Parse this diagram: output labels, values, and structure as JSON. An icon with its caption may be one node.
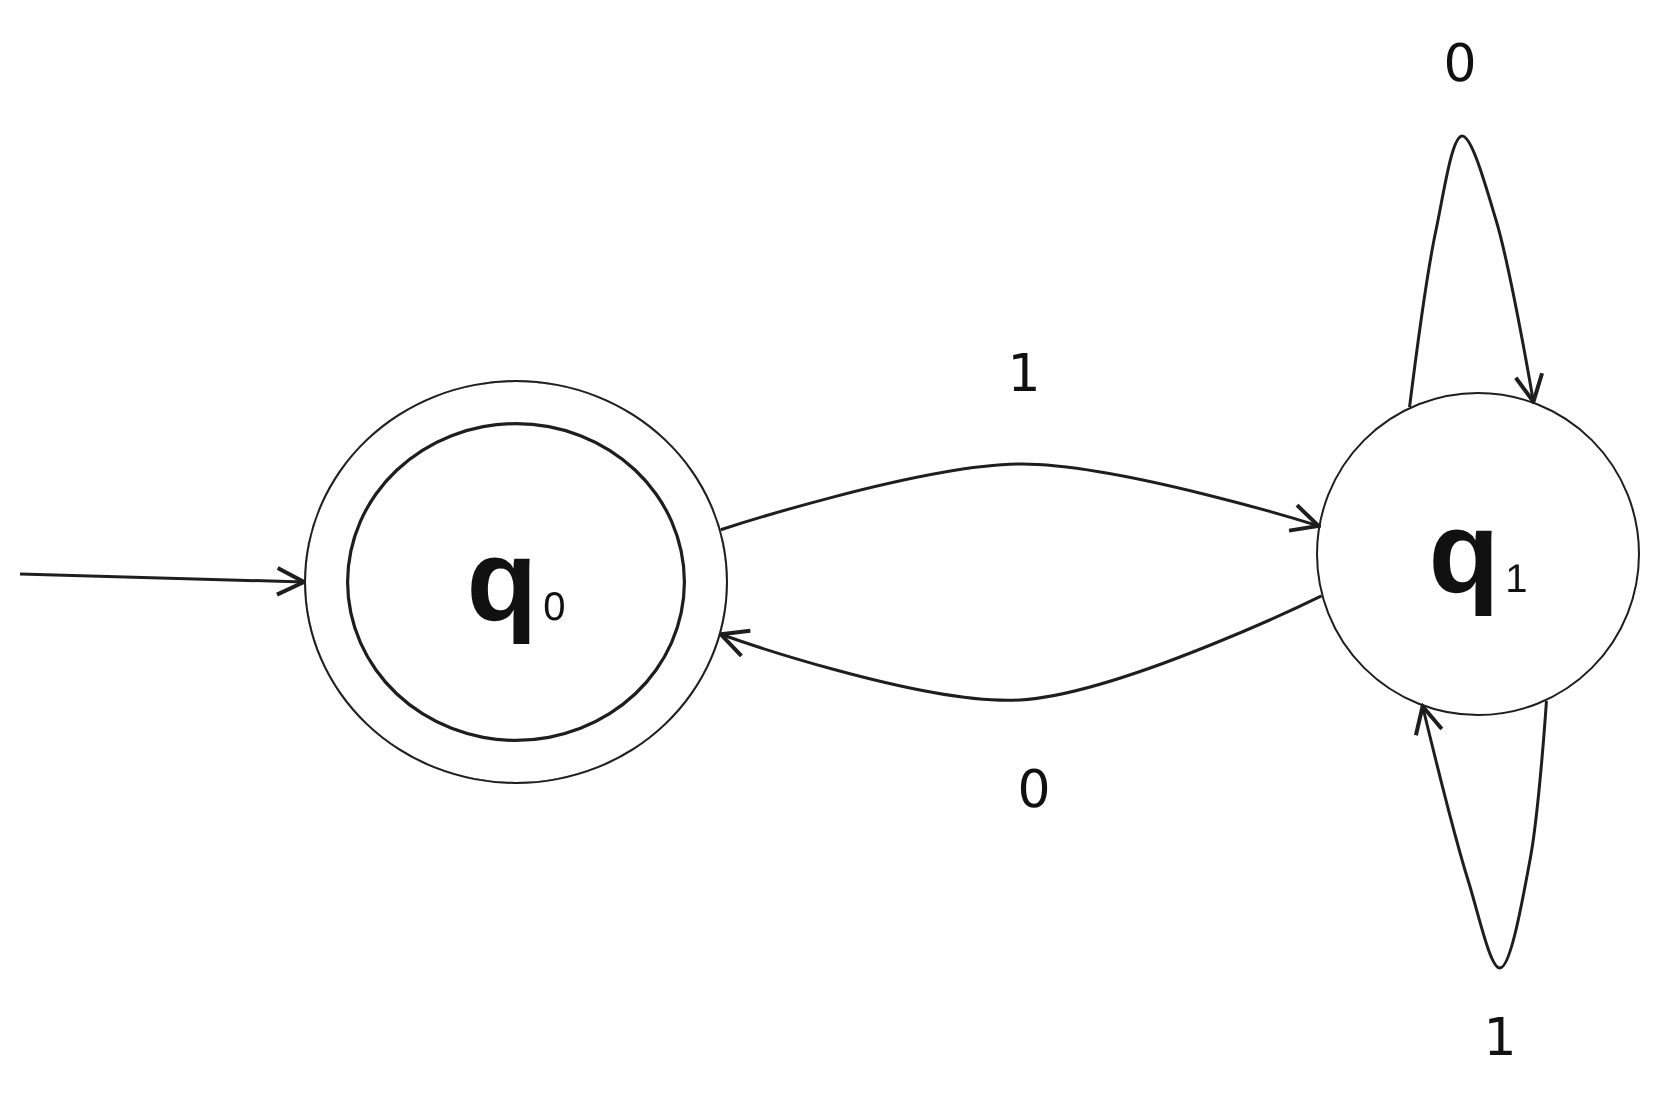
{
  "diagram": {
    "nodes": [
      {
        "text": [
          "q$_{0}$"
        ]
      },
      {
        "text": [
          "q$_{1}$"
        ]
      }
    ],
    "edges": [
      {
        "from": null,
        "to": 0,
        "arrow": "to"
      },
      {
        "from": 0,
        "to": 1,
        "arrow": "to",
        "label": "1"
      },
      {
        "from": 1,
        "to": 0,
        "arrow": "to",
        "label": "0"
      },
      {
        "from": 1,
        "to": 1,
        "arrow": "to",
        "label": "0"
      },
      {
        "from": 1,
        "to": 1,
        "arrow": "to",
        "label": "1"
      }
    ]
  }
}
